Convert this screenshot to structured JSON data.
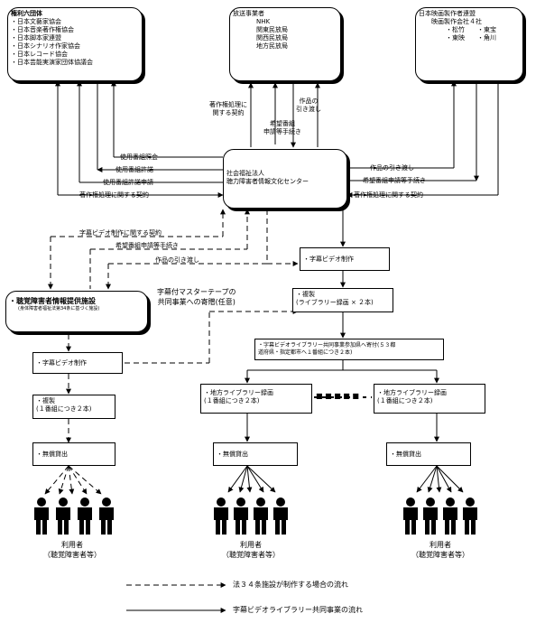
{
  "rights_orgs": {
    "title": "権利六団体",
    "items": [
      "・日本文藝家協会",
      "・日本音楽著作権協会",
      "・日本脚本家連盟",
      "・日本シナリオ作家協会",
      "・日本レコード協会",
      "・日本芸能実演家団体協議会"
    ]
  },
  "broadcasters": {
    "title": "放送事業者",
    "items": [
      "NHK",
      "関東民放局",
      "関西民放局",
      "地方民放局"
    ]
  },
  "film_producers": {
    "title": "日本映画製作者連盟",
    "subtitle": "映画製作会社４社",
    "items": [
      "・松竹　　・東宝",
      "・東映　　・角川"
    ]
  },
  "center": {
    "line1": "社会福祉法人",
    "line2": "聴力障害者情報文化センター"
  },
  "labels": {
    "copyright_contract_top": [
      "著作権処理に",
      "関する契約"
    ],
    "handover_top": [
      "作品の",
      "引き渡し"
    ],
    "request_procedure_top": [
      "希望番組",
      "申請等手続き"
    ],
    "use_request": "使用番組照会",
    "use_permission": "使用番組許諾",
    "use_permission_apply": "使用番組許諾申請",
    "copyright_contract_left": "著作権処理に関する契約",
    "handover_right": "作品の引き渡し",
    "request_right": "希望番組申請等手続き",
    "copyright_contract_right": "著作権処理に関する契約",
    "caption_contract": "字幕ビデオ制作に関する契約",
    "request_procedure_mid": "希望番組申請等手続き",
    "handover_mid": "作品の引き渡し",
    "master_tape": [
      "字幕付マスターテープの",
      "共同事業への寄贈(任意)"
    ]
  },
  "left_branch": {
    "facility_title": "・聴覚障害者情報提供施設",
    "facility_note": "(身体障害者福祉法第34条に基づく施設)",
    "production": "・字幕ビデオ制作",
    "copy": "・複製",
    "copy_note": "(１番組につき２本)",
    "lending": "・無償貸出"
  },
  "right_branch": {
    "production": "・字幕ビデオ制作",
    "copy": "・複製",
    "copy_note": "(ライブラリー録画 × ２本)",
    "library_line1": "・字幕ビデオライブラリー共同事業参加県へ寄付(５３都",
    "library_line2": "道府県・指定都市へ１番組につき２本)",
    "local_library": "・地方ライブラリー録画",
    "local_copy_note": "(１番組につき２本)",
    "lending": "・無償貸出",
    "dots": "■ ■ ■ ■ ■"
  },
  "users": {
    "line1": "利用者",
    "line2": "（聴覚障害者等）"
  },
  "legend": {
    "dashed": "法３４条施設が制作する場合の流れ",
    "solid": "字幕ビデオライブラリー共同事業の流れ"
  }
}
